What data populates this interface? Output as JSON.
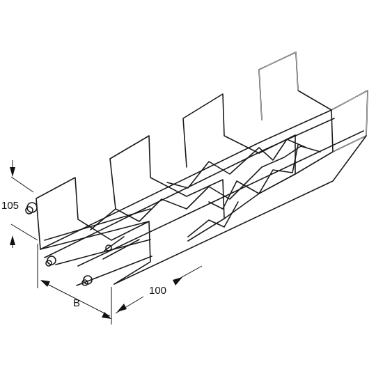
{
  "figure": {
    "dimensions": {
      "height": "105",
      "length": "100",
      "width": "B"
    }
  }
}
